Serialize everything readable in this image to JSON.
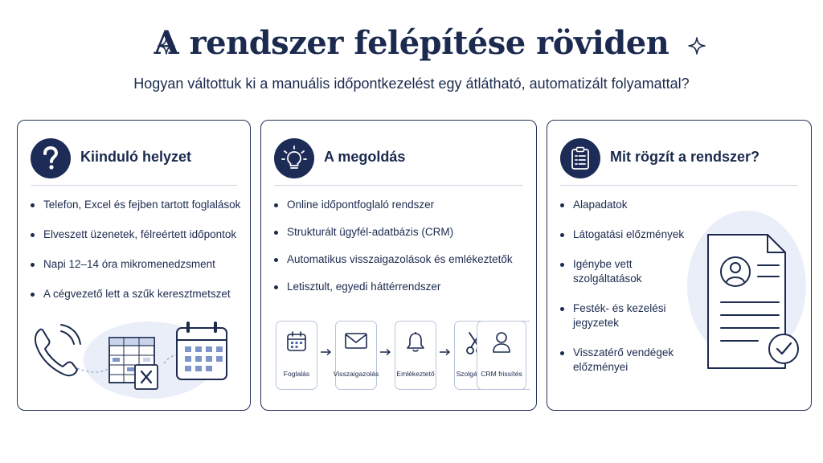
{
  "title": "A rendszer felépítése röviden",
  "subtitle": "Hogyan váltottuk ki a manuális időpontkezelést egy átlátható, automatizált folyamattal?",
  "colors": {
    "navy": "#1d2b57",
    "text": "#1b2a4e",
    "accent": "#4a68b0",
    "pale_blue": "#e9eef8"
  },
  "cards": [
    {
      "title": "Kiinduló helyzet",
      "icon": "question-icon",
      "bullets": [
        "Telefon, Excel és fejben tartott foglalások",
        "Elveszett üzenetek, félreértett időpontok",
        "Napi 12–14 óra mikromenedzsment",
        "A cégvezető lett a szűk keresztmetszet"
      ]
    },
    {
      "title": "A megoldás",
      "icon": "lightbulb-icon",
      "bullets": [
        "Online időpontfoglaló rendszer",
        "Strukturált ügyfél-adatbázis (CRM)",
        "Automatikus visszaigazolások és emlékeztetők",
        "Letisztult, egyedi háttérrendszer"
      ],
      "flow": [
        {
          "label": "Foglalás",
          "icon": "calendar-icon"
        },
        {
          "label": "Visszaigazolás",
          "icon": "envelope-icon"
        },
        {
          "label": "Emlékeztető",
          "icon": "bell-icon"
        },
        {
          "label": "Szolgáltatás",
          "icon": "scissors-icon"
        },
        {
          "label": "CRM frissítés",
          "icon": "person-icon"
        }
      ]
    },
    {
      "title": "Mit rögzít a rendszer?",
      "icon": "clipboard-icon",
      "bullets": [
        "Alapadatok",
        "Látogatási előzmények",
        "Igénybe vett szolgáltatások",
        "Festék- és kezelési jegyzetek",
        "Visszatérő vendégek előzményei"
      ]
    }
  ]
}
